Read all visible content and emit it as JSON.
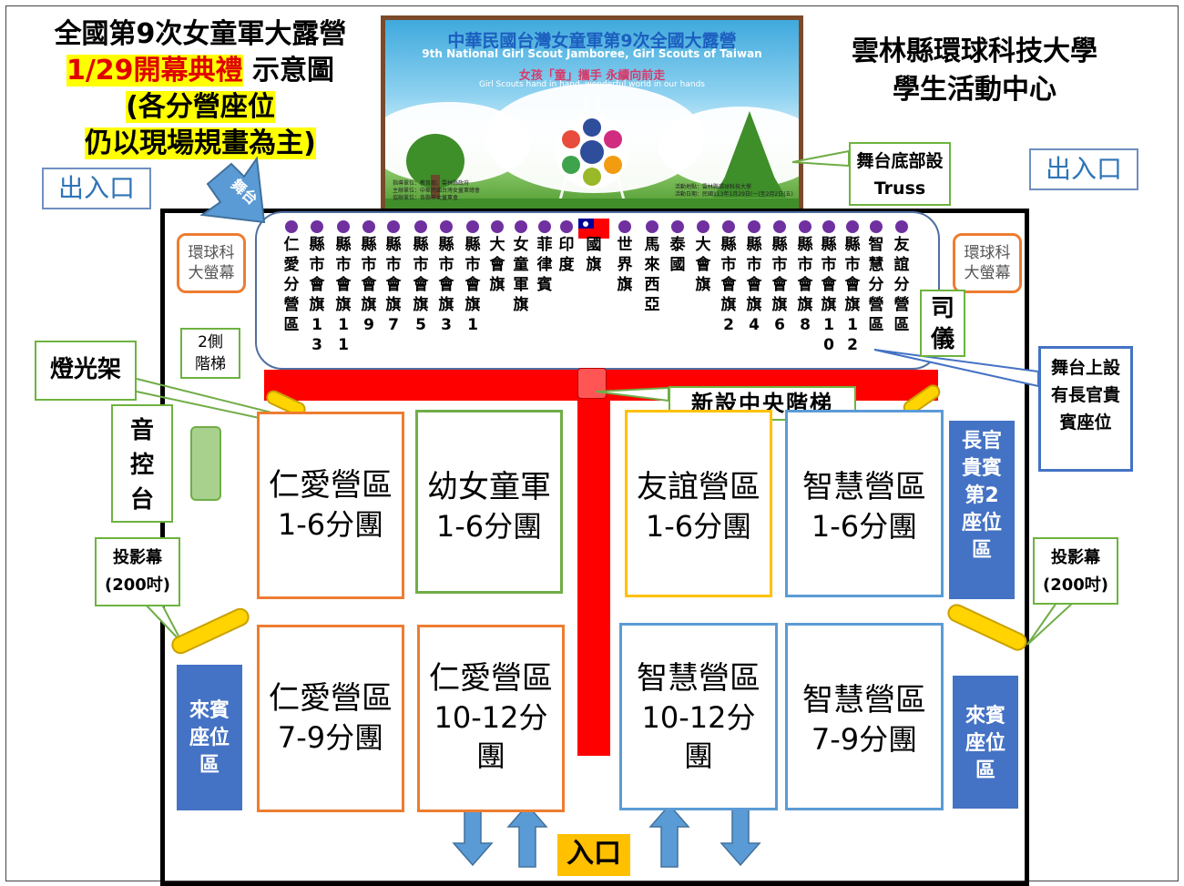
{
  "header": {
    "title_line1": "全國第9次女童軍大露營",
    "title_line2_highlight": "1/29開幕典禮",
    "title_line2_rest": " 示意圖",
    "title_line3": "(各分營座位",
    "title_line4": "仍以現場規畫為主)",
    "school_line1": "雲林縣環球科技大學",
    "school_line2": "學生活動中心"
  },
  "banner": {
    "title": "中華民國台灣女童軍第9次全國大露營",
    "subtitle": "9th National Girl Scout Jamboree, Girl Scouts of Taiwan",
    "slogan": "女孩「童」攜手 永續向前走",
    "slogan_en": "Girl Scouts hand in hand, wonderful world in our hands",
    "organizers": "指導單位：教育部、雲林縣政府\n主辦單位：中華民國台灣女童軍總會\n協辦單位：各縣市女童軍會",
    "venue_info": "活動地點：雲林縣環球科技大學\n活動日期：民國113年1月29日(一)至2月2日(五)"
  },
  "labels": {
    "exit_left": "出入口",
    "exit_right": "出入口",
    "stage_arrow": "舞台",
    "truss_note": "舞台底部設Truss",
    "screen_left": "環球科大螢幕",
    "screen_right": "環球科大螢幕",
    "mc": "司儀",
    "side_stairs": "2側階梯",
    "light_rack": "燈光架",
    "center_stairs": "新設中央階梯",
    "vip_note": "舞台上設有長官貴賓座位",
    "sound_desk": "音控台",
    "projector_left": "投影幕(200吋)",
    "projector_right": "投影幕(200吋)",
    "vip_zone2": "長官貴賓第2座位區",
    "guest_left": "來賓座位區",
    "guest_right": "來賓座位區",
    "entrance": "入口"
  },
  "flags": [
    "仁愛分營區",
    "縣市會旗13",
    "縣市會旗11",
    "縣市會旗9",
    "縣市會旗7",
    "縣市會旗5",
    "縣市會旗3",
    "縣市會旗1",
    "大會旗",
    "女童軍旗",
    "菲律賓",
    "印度",
    "國旗",
    "世界旗",
    "馬來西亞",
    "泰國",
    "大會旗",
    "縣市會旗2",
    "縣市會旗4",
    "縣市會旗6",
    "縣市會旗8",
    "縣市會旗10",
    "縣市會旗12",
    "智慧分營區",
    "友誼分營區"
  ],
  "zones": {
    "top": [
      {
        "name": "仁愛營區",
        "groups": "1-6分團",
        "color": "#ed7d31"
      },
      {
        "name": "幼女童軍",
        "groups": "1-6分團",
        "color": "#70ad47"
      },
      {
        "name": "友誼營區",
        "groups": "1-6分團",
        "color": "#ffc000"
      },
      {
        "name": "智慧營區",
        "groups": "1-6分團",
        "color": "#5b9bd5"
      }
    ],
    "bottom": [
      {
        "name": "仁愛營區",
        "groups": "7-9分團",
        "color": "#ed7d31"
      },
      {
        "name": "仁愛營區",
        "groups_a": "10-12分",
        "groups_b": "團",
        "color": "#ed7d31"
      },
      {
        "name": "智慧營區",
        "groups_a": "10-12分",
        "groups_b": "團",
        "color": "#5b9bd5"
      },
      {
        "name": "智慧營區",
        "groups": "7-9分團",
        "color": "#5b9bd5"
      }
    ]
  },
  "colors": {
    "stage_runway": "#ff0000",
    "flag_dot": "#7030a0",
    "callout_green": "#70ad47",
    "callout_blue": "#4472c4",
    "arrow_blue": "#5b9bd5"
  }
}
